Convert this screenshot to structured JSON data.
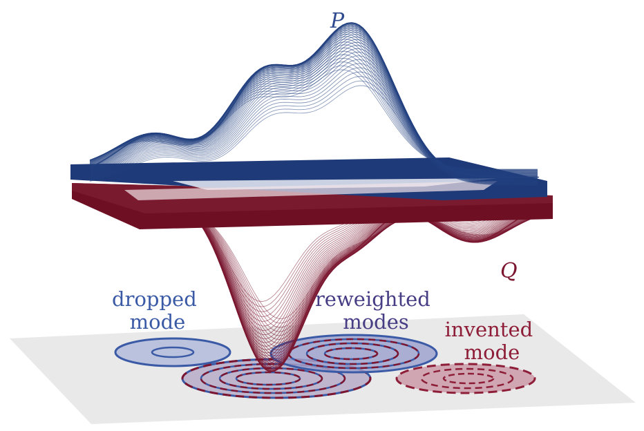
{
  "labels": {
    "p": "P",
    "q": "Q",
    "dropped": [
      "dropped",
      "mode"
    ],
    "reweighted": [
      "reweighted",
      "modes"
    ],
    "invented": [
      "invented",
      "mode"
    ]
  },
  "colors": {
    "p_blue": "#1f3a78",
    "q_red": "#6e0f24",
    "p_text": "#2f4a8e",
    "q_text": "#7c1530",
    "dropped_text": "#3b5aa6",
    "reweighted_text": "#463d84",
    "floor": "#e9e9e9"
  },
  "modes": [
    {
      "kind": "dropped",
      "distribution": "P"
    },
    {
      "kind": "reweighted",
      "distribution": "P and Q"
    },
    {
      "kind": "reweighted",
      "distribution": "P and Q"
    },
    {
      "kind": "invented",
      "distribution": "Q"
    }
  ]
}
